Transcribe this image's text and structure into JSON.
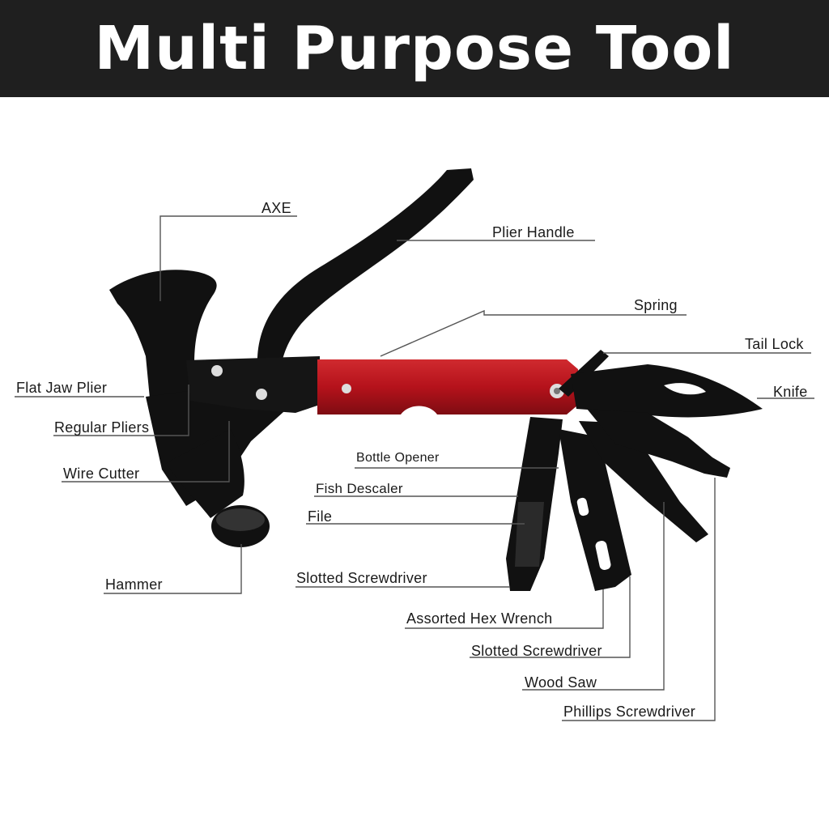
{
  "header": {
    "title": "Multi Purpose Tool"
  },
  "colors": {
    "header_bg": "#1f1f1f",
    "handle_red": "#b5121b",
    "metal": "#111111",
    "line": "#555555"
  },
  "labels": {
    "axe": "AXE",
    "plier_handle": "Plier Handle",
    "spring": "Spring",
    "tail_lock": "Tail Lock",
    "knife": "Knife",
    "flat_jaw_plier": "Flat Jaw Plier",
    "regular_pliers": "Regular Pliers",
    "wire_cutter": "Wire Cutter",
    "hammer": "Hammer",
    "bottle_opener": "Bottle Opener",
    "fish_descaler": "Fish Descaler",
    "file": "File",
    "slotted_screwdriver_1": "Slotted Screwdriver",
    "assorted_hex_wrench": "Assorted Hex Wrench",
    "slotted_screwdriver_2": "Slotted Screwdriver",
    "wood_saw": "Wood Saw",
    "phillips_screwdriver": "Phillips Screwdriver"
  }
}
